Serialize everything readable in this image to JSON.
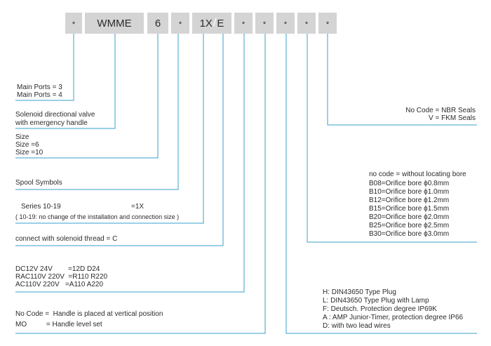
{
  "code_boxes": [
    "*",
    "WMME",
    "6",
    "*",
    "1X",
    "/",
    "E",
    "*",
    "*",
    "*",
    "*",
    "*"
  ],
  "descriptions": {
    "ports": [
      "Main Ports = 3",
      "Main Ports = 4"
    ],
    "valve": [
      "Solenoid directional valve",
      "with emergency handle"
    ],
    "size": [
      "Size",
      "Size =6",
      "Size =10"
    ],
    "spool": "Spool Symbols",
    "series": "Series 10-19",
    "series_code": "=1X",
    "series_note": "( 10-19: no change of the installation and connection size )",
    "thread": "connect with solenoid thread = C",
    "voltage": [
      "DC12V 24V        =12D D24",
      "RAC110V 220V  =R110 R220",
      "AC110V 220V   =A110 A220"
    ],
    "handle": [
      "No Code =  Handle is placed at vertical position",
      "MO          = Handle level set"
    ],
    "seals": [
      "No Code = NBR Seals",
      "V = FKM Seals"
    ],
    "orifice": [
      "no code = without locating bore",
      "B08=Orifice bore ϕ0.8mm",
      "B10=Orifice bore ϕ1.0mm",
      "B12=Orifice bore ϕ1.2mm",
      "B15=Orifice bore ϕ1.5mm",
      "B20=Orifice bore ϕ2.0mm",
      "B25=Orifice bore ϕ2.5mm",
      "B30=Orifice bore ϕ3.0mm"
    ],
    "plug": [
      "H: DIN43650 Type Plug",
      "L: DIN43650 Type Plug with Lamp",
      "F: Deutsch. Protection degree IP69K",
      "A : AMP Junior-Timer, protection degree IP66",
      "D: with two lead wires"
    ]
  },
  "colors": {
    "box_fill": "#d4d4d4",
    "leader_line": "#3aa0c8",
    "text": "#2b2b2b"
  }
}
